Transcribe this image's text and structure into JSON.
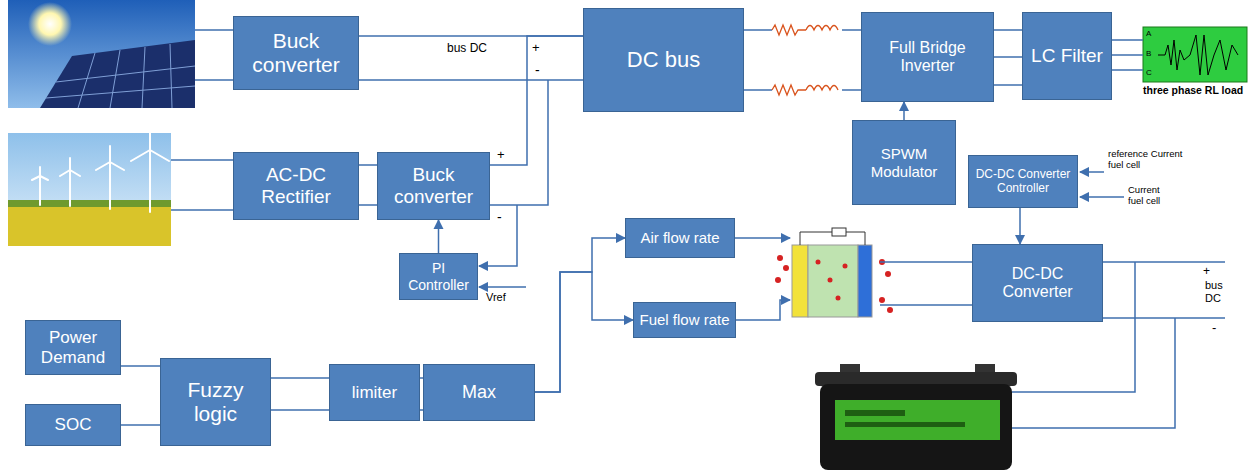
{
  "diagram": {
    "nodes": [
      {
        "text": [
          "Buck converter"
        ]
      },
      {
        "text": [
          "DC bus"
        ]
      },
      {
        "text": [
          "Full Bridge Inverter"
        ]
      },
      {
        "text": [
          "LC Filter"
        ]
      },
      {
        "text": [
          "three phase RL load"
        ]
      },
      {
        "text": [
          "AC-DC Rectifier"
        ]
      },
      {
        "text": [
          "Buck converter"
        ]
      },
      {
        "text": [
          "SPWM Modulator"
        ]
      },
      {
        "text": [
          "DC-DC Converter Controller"
        ]
      },
      {
        "text": [
          "Air flow rate"
        ]
      },
      {
        "text": [
          "PI Controller"
        ]
      },
      {
        "text": [
          "Fuel flow rate"
        ]
      },
      {
        "text": [
          "DC-DC Converter"
        ]
      },
      {
        "text": [
          "Power Demand"
        ]
      },
      {
        "text": [
          "Fuzzy logic"
        ]
      },
      {
        "text": [
          "limiter"
        ]
      },
      {
        "text": [
          "Max"
        ]
      },
      {
        "text": [
          "SOC"
        ]
      }
    ],
    "edges": [
      {
        "from": 0,
        "to": 1,
        "arrow": "none"
      },
      {
        "from": 6,
        "to": 1,
        "arrow": "none"
      },
      {
        "from": 1,
        "to": 2,
        "arrow": "none"
      },
      {
        "from": 2,
        "to": 3,
        "arrow": "none"
      },
      {
        "from": 3,
        "to": 4,
        "arrow": "none"
      },
      {
        "from": 5,
        "to": 6,
        "arrow": "none"
      },
      {
        "from": 7,
        "to": 2,
        "arrow": "to"
      },
      {
        "from": 10,
        "to": 6,
        "arrow": "to"
      },
      {
        "from": 13,
        "to": 14,
        "arrow": "none"
      },
      {
        "from": 17,
        "to": 14,
        "arrow": "none"
      },
      {
        "from": 14,
        "to": 15,
        "arrow": "none"
      },
      {
        "from": 15,
        "to": 16,
        "arrow": "none"
      },
      {
        "from": 16,
        "to": 9,
        "arrow": "to"
      },
      {
        "from": 16,
        "to": 11,
        "arrow": "to"
      },
      {
        "from": 8,
        "to": 12,
        "arrow": "to"
      }
    ],
    "labels": [
      "bus DC",
      "+",
      "-",
      "+",
      "-",
      "Vref",
      "reference Current fuel cell",
      "Current fuel cell",
      "+",
      "bus DC",
      "-",
      "A",
      "B",
      "C"
    ]
  }
}
